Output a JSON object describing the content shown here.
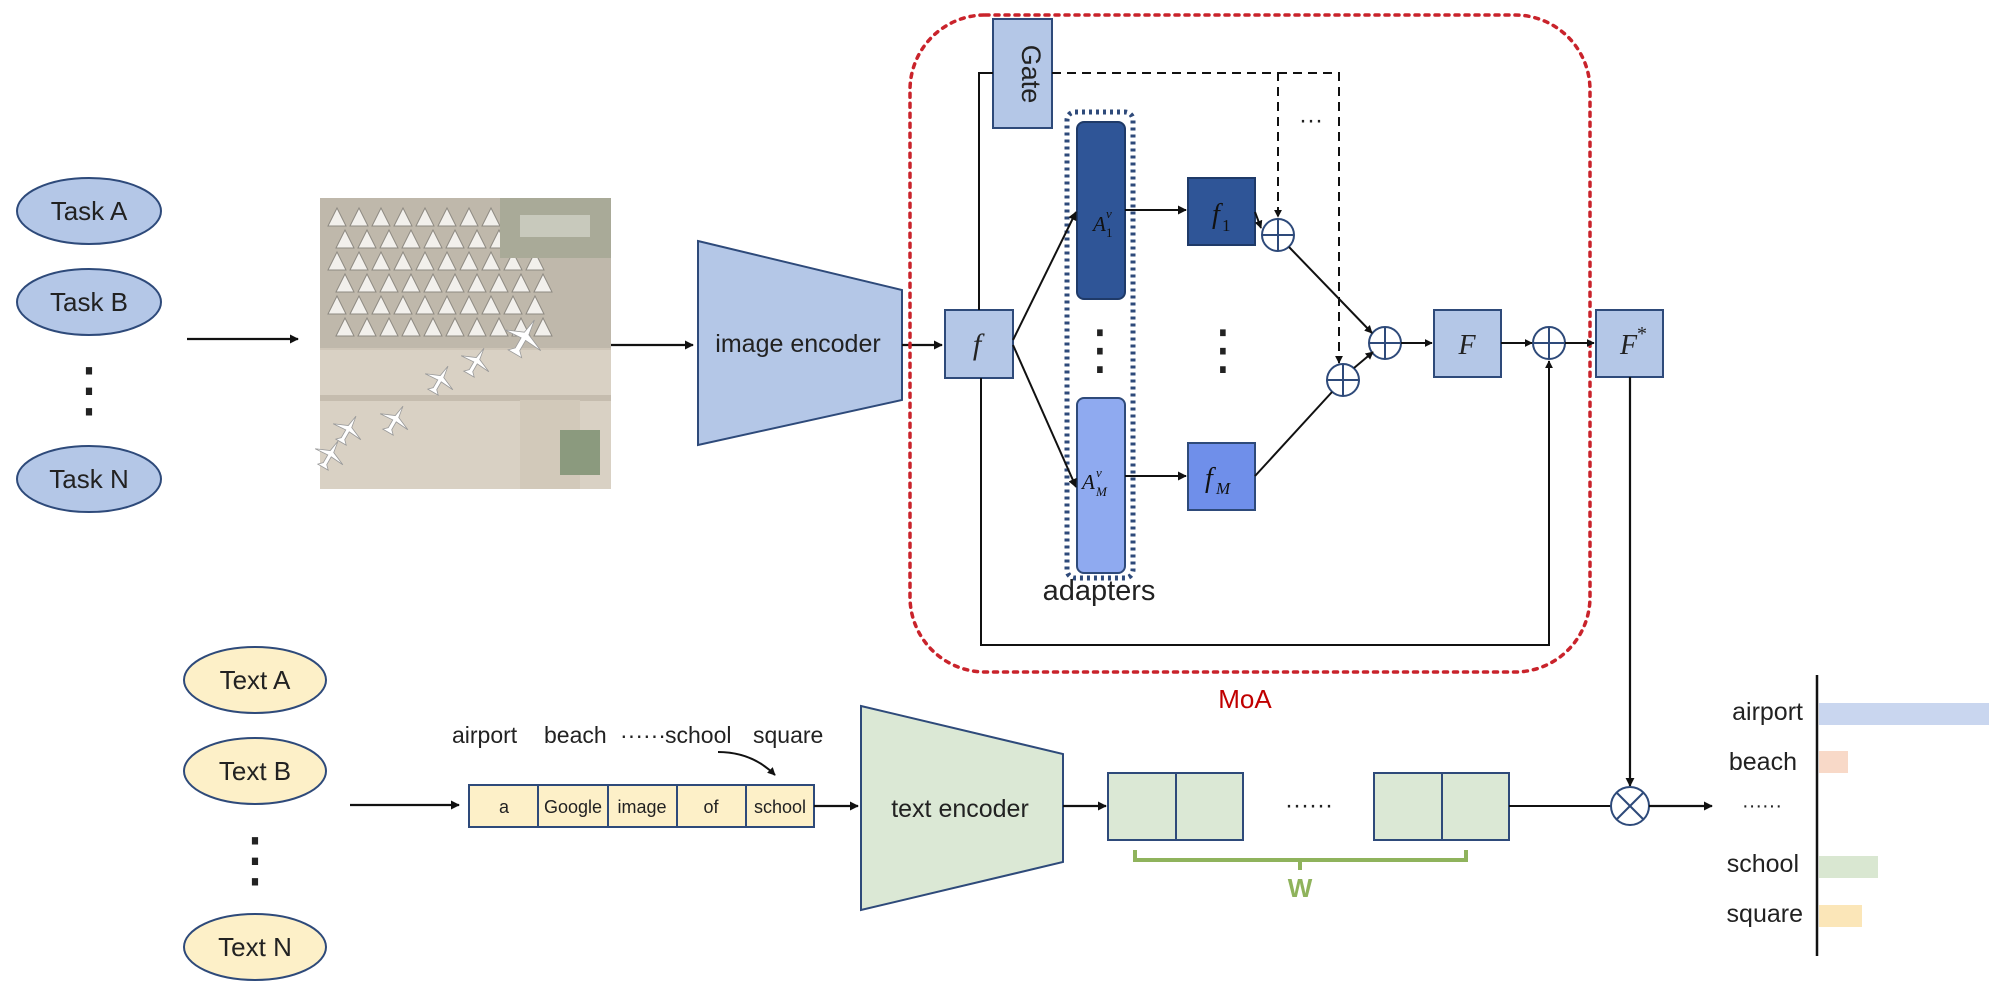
{
  "tasks": [
    "Task A",
    "Task B",
    "Task N"
  ],
  "texts": [
    "Text A",
    "Text B",
    "Text N"
  ],
  "ellipsis_vertical": "⋮",
  "image_encoder": "image encoder",
  "text_encoder": "text encoder",
  "moa": {
    "label": "MoA",
    "gate": "Gate",
    "f": "f",
    "adapter_top": "A",
    "adapter_top_sub": "1",
    "adapter_bottom": "A",
    "adapter_bottom_sub": "M",
    "adapter_sup": "v",
    "f1": "f",
    "f1_sub": "1",
    "fM": "f",
    "fM_sub": "M",
    "adapters_label": "adapters",
    "dots": "···",
    "F": "F",
    "F_star": "F",
    "F_star_sup": "*"
  },
  "prompt": {
    "classes_line": [
      "airport",
      "beach",
      "······",
      "school",
      "square"
    ],
    "tokens": [
      "a",
      "Google",
      "image",
      "of",
      "school"
    ]
  },
  "embeddings": {
    "dots": "······",
    "label": "W"
  },
  "output": {
    "labels": [
      "airport",
      "beach",
      "······",
      "school",
      "square"
    ],
    "bars": [
      {
        "name": "airport",
        "value": 1.0,
        "color": "#c9d6ef"
      },
      {
        "name": "beach",
        "value": 0.17,
        "color": "#f8d9c8"
      },
      {
        "name": "school",
        "value": 0.35,
        "color": "#d9e7d1"
      },
      {
        "name": "square",
        "value": 0.25,
        "color": "#fbe6b8"
      }
    ]
  },
  "colors": {
    "light_blue": "#b4c7e7",
    "dark_blue": "#2f5597",
    "mid_blue": "#8faaf0",
    "stroke_blue": "#2e4a7a",
    "yellow": "#fdf0c8",
    "green": "#dbe8d5",
    "green_brace": "#8fb35c",
    "moa_red": "#c00000"
  }
}
